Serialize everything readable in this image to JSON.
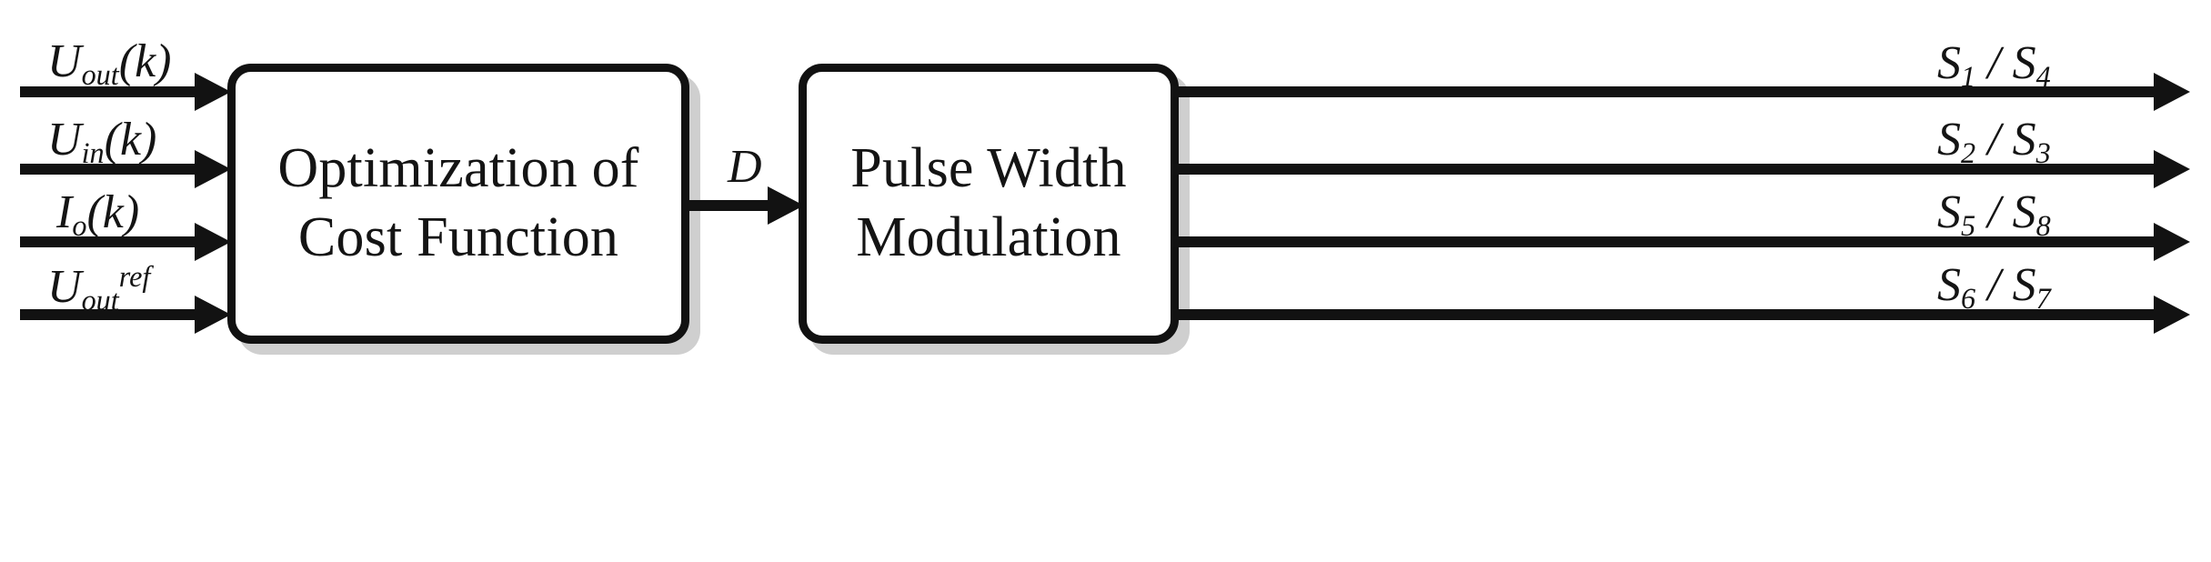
{
  "diagram": {
    "type": "block-diagram",
    "title": "Control block diagram: cost function optimization driving pulse width modulation",
    "blocks": [
      {
        "id": "optimization",
        "line1": "Optimization of",
        "line2": "Cost Function"
      },
      {
        "id": "pwm",
        "line1": "Pulse Width",
        "line2": "Modulation"
      }
    ],
    "inputs": [
      {
        "base": "U",
        "sub": "out",
        "tail": "(k)",
        "sup": ""
      },
      {
        "base": "U",
        "sub": "in",
        "tail": "(k)",
        "sup": ""
      },
      {
        "base": "I",
        "sub": "o",
        "tail": "(k)",
        "sup": ""
      },
      {
        "base": "U",
        "sub": "out",
        "tail": "",
        "sup": "ref"
      }
    ],
    "interconnect": {
      "label": "D"
    },
    "outputs": [
      {
        "first": "S",
        "first_sub": "1",
        "sep": "/",
        "second": "S",
        "second_sub": "4"
      },
      {
        "first": "S",
        "first_sub": "2",
        "sep": "/",
        "second": "S",
        "second_sub": "3"
      },
      {
        "first": "S",
        "first_sub": "5",
        "sep": "/",
        "second": "S",
        "second_sub": "8"
      },
      {
        "first": "S",
        "first_sub": "6",
        "sep": "/",
        "second": "S",
        "second_sub": "7"
      }
    ],
    "colors": {
      "stroke": "#121212",
      "block_fill": "#ffffff",
      "shadow": "#cfcfcf",
      "background": "#ffffff",
      "text": "#141414"
    }
  }
}
